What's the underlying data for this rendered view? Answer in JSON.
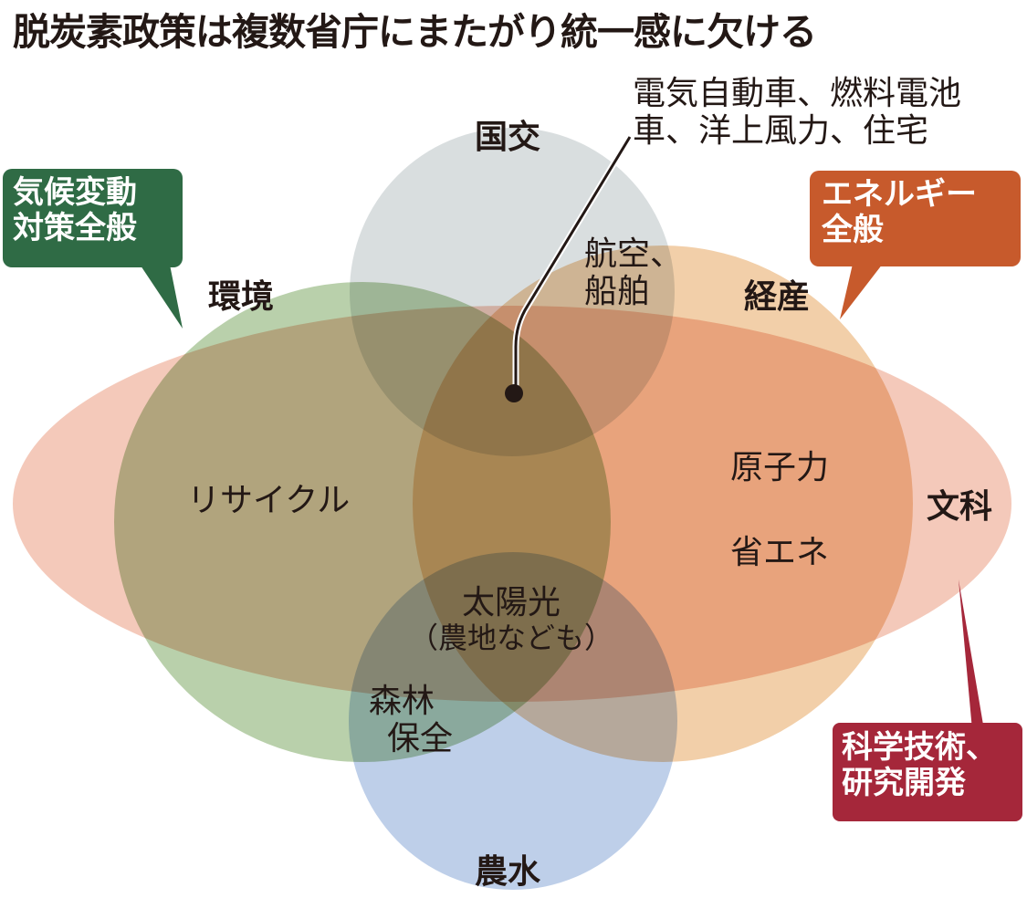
{
  "title": "脱炭素政策は複数省庁にまたがり統一感に欠ける",
  "agencies": {
    "kokko": "国交",
    "kankyo": "環境",
    "keisan": "経産",
    "monka": "文科",
    "nosui": "農水"
  },
  "callouts": {
    "climate": {
      "line1": "気候変動",
      "line2": "対策全般",
      "color": "#2f6b45"
    },
    "energy": {
      "line1": "エネルギー",
      "line2": "全般",
      "color": "#c75a2c"
    },
    "science": {
      "line1": "科学技術、",
      "line2": "研究開発",
      "color": "#a5273a"
    }
  },
  "center_note": {
    "line1": "電気自動車、燃料電池",
    "line2": "車、洋上風力、住宅"
  },
  "regions": {
    "aviation": {
      "line1": "航空、",
      "line2": "船舶"
    },
    "recycle": "リサイクル",
    "nuclear": "原子力",
    "energy_saving": "省エネ",
    "solar": {
      "line1": "太陽光",
      "line2": "（農地なども）"
    },
    "forest": {
      "line1": "森林",
      "line2": "保全"
    }
  },
  "colors": {
    "kankyo": "#a8c596",
    "keisan": "#efc393",
    "kokko": "#d3d8da",
    "nosui": "#b3c7e6",
    "monka": "#f2bfae"
  }
}
